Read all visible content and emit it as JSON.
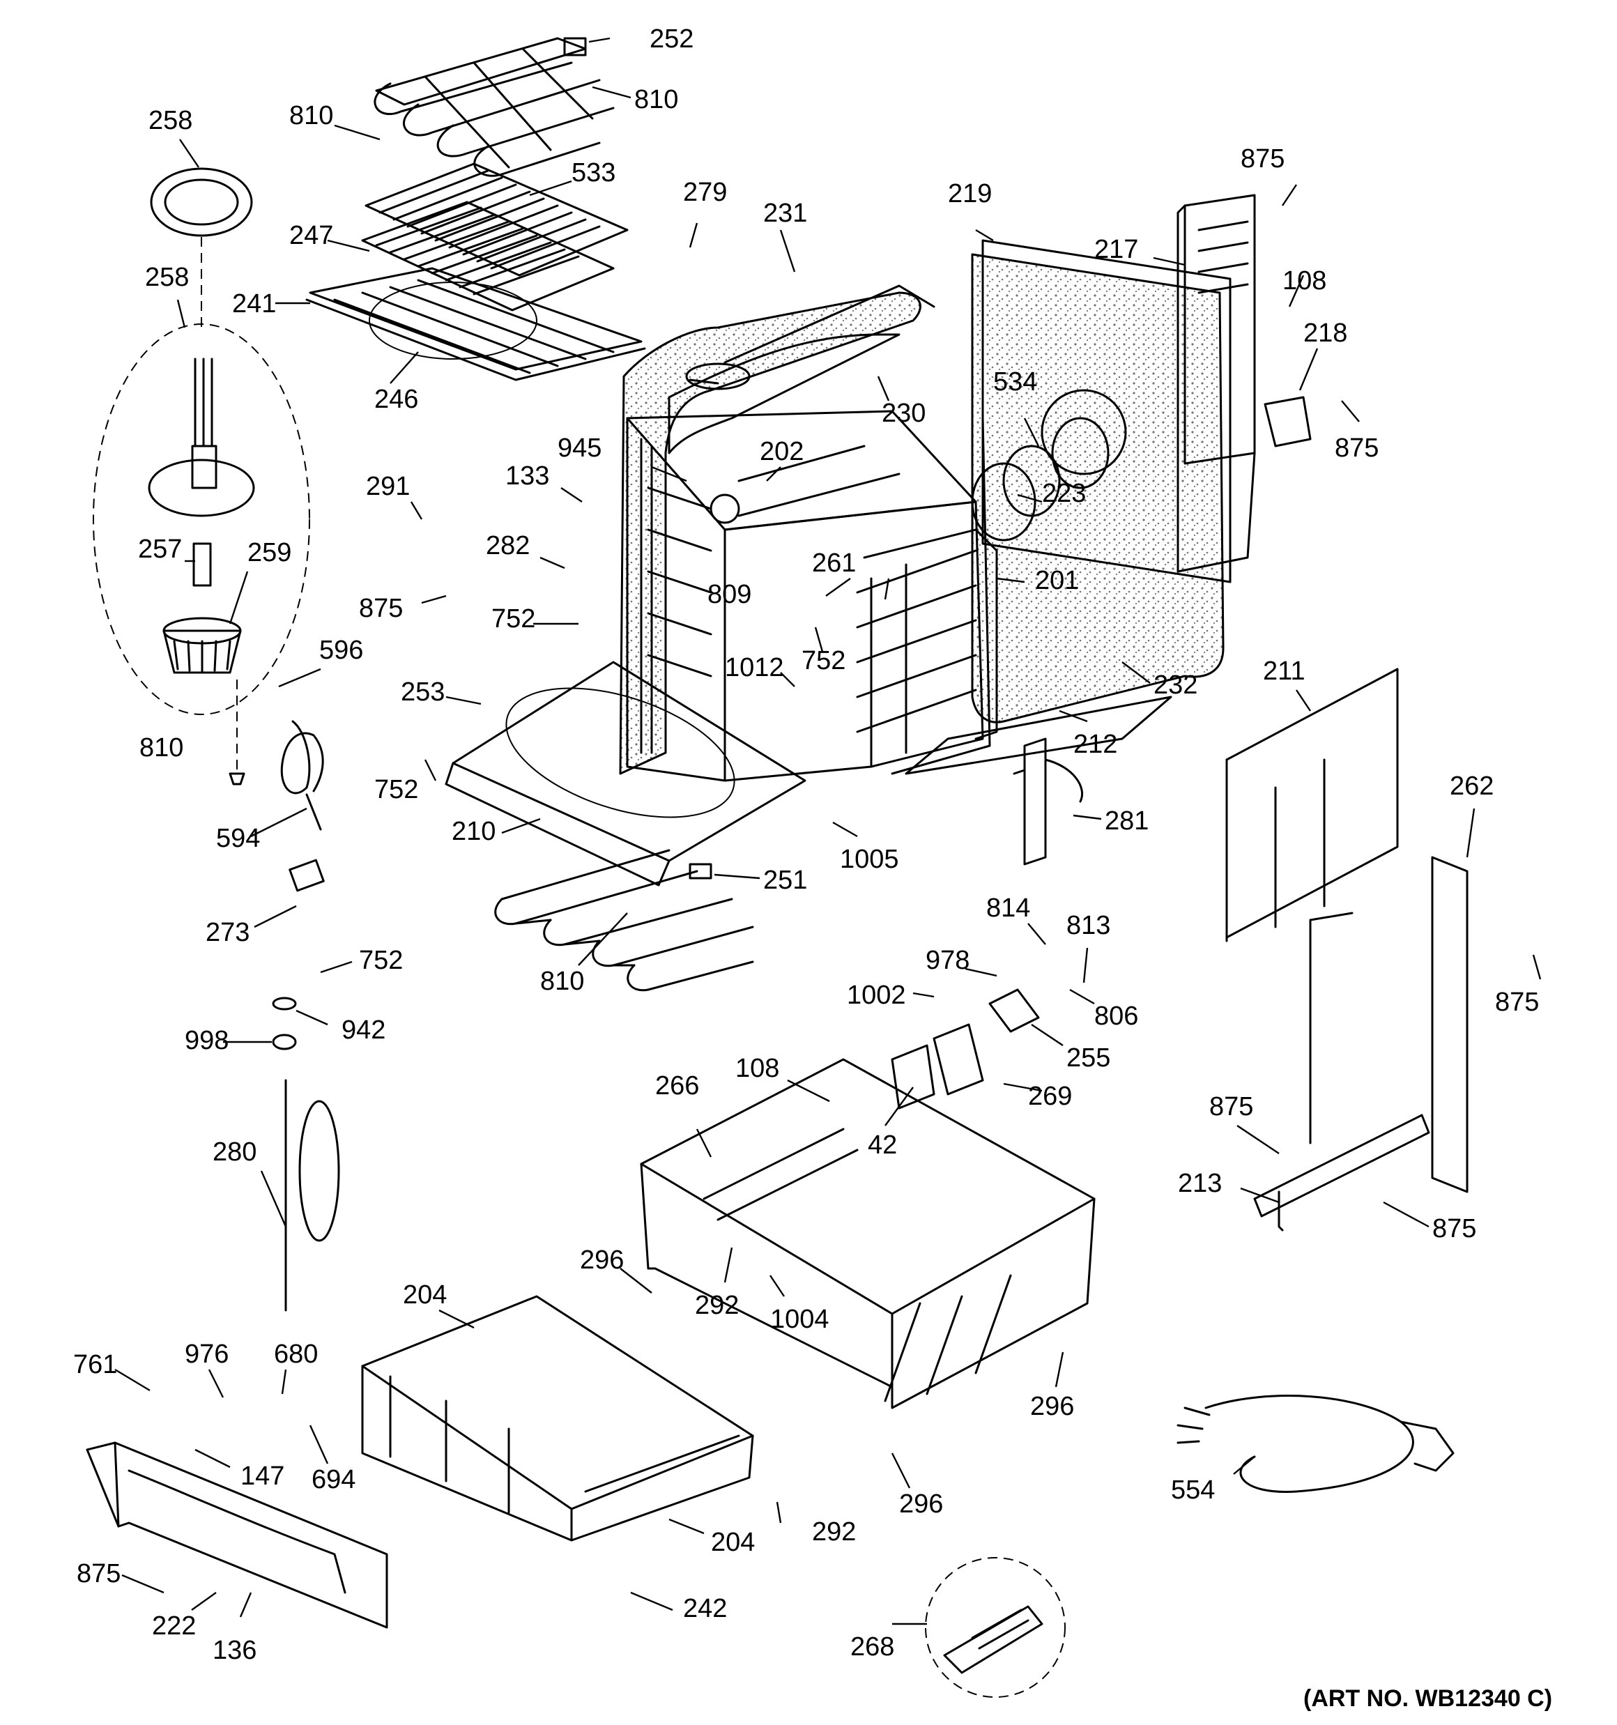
{
  "labels": [
    {
      "id": "252",
      "text": "252"
    },
    {
      "id": "810a",
      "text": "810"
    },
    {
      "id": "810b",
      "text": "810"
    },
    {
      "id": "258a",
      "text": "258"
    },
    {
      "id": "533",
      "text": "533"
    },
    {
      "id": "247",
      "text": "247"
    },
    {
      "id": "241",
      "text": "241"
    },
    {
      "id": "258b",
      "text": "258"
    },
    {
      "id": "246",
      "text": "246"
    },
    {
      "id": "279",
      "text": "279"
    },
    {
      "id": "231",
      "text": "231"
    },
    {
      "id": "219",
      "text": "219"
    },
    {
      "id": "875a",
      "text": "875"
    },
    {
      "id": "217",
      "text": "217"
    },
    {
      "id": "108a",
      "text": "108"
    },
    {
      "id": "218",
      "text": "218"
    },
    {
      "id": "875b",
      "text": "875"
    },
    {
      "id": "230",
      "text": "230"
    },
    {
      "id": "534",
      "text": "534"
    },
    {
      "id": "223",
      "text": "223"
    },
    {
      "id": "945",
      "text": "945"
    },
    {
      "id": "133",
      "text": "133"
    },
    {
      "id": "202",
      "text": "202"
    },
    {
      "id": "291",
      "text": "291"
    },
    {
      "id": "282",
      "text": "282"
    },
    {
      "id": "257",
      "text": "257"
    },
    {
      "id": "259",
      "text": "259"
    },
    {
      "id": "261",
      "text": "261"
    },
    {
      "id": "201",
      "text": "201"
    },
    {
      "id": "875c",
      "text": "875"
    },
    {
      "id": "752a",
      "text": "752"
    },
    {
      "id": "809",
      "text": "809"
    },
    {
      "id": "752b",
      "text": "752"
    },
    {
      "id": "596",
      "text": "596"
    },
    {
      "id": "1012",
      "text": "1012"
    },
    {
      "id": "232",
      "text": "232"
    },
    {
      "id": "253",
      "text": "253"
    },
    {
      "id": "211",
      "text": "211"
    },
    {
      "id": "212",
      "text": "212"
    },
    {
      "id": "810c",
      "text": "810"
    },
    {
      "id": "752c",
      "text": "752"
    },
    {
      "id": "262",
      "text": "262"
    },
    {
      "id": "281",
      "text": "281"
    },
    {
      "id": "210",
      "text": "210"
    },
    {
      "id": "594",
      "text": "594"
    },
    {
      "id": "1005",
      "text": "1005"
    },
    {
      "id": "251",
      "text": "251"
    },
    {
      "id": "273",
      "text": "273"
    },
    {
      "id": "814",
      "text": "814"
    },
    {
      "id": "813",
      "text": "813"
    },
    {
      "id": "810d",
      "text": "810"
    },
    {
      "id": "978",
      "text": "978"
    },
    {
      "id": "752d",
      "text": "752"
    },
    {
      "id": "875d",
      "text": "875"
    },
    {
      "id": "1002",
      "text": "1002"
    },
    {
      "id": "806",
      "text": "806"
    },
    {
      "id": "942",
      "text": "942"
    },
    {
      "id": "998",
      "text": "998"
    },
    {
      "id": "255",
      "text": "255"
    },
    {
      "id": "108b",
      "text": "108"
    },
    {
      "id": "269",
      "text": "269"
    },
    {
      "id": "266",
      "text": "266"
    },
    {
      "id": "875e",
      "text": "875"
    },
    {
      "id": "280",
      "text": "280"
    },
    {
      "id": "42",
      "text": "42"
    },
    {
      "id": "213",
      "text": "213"
    },
    {
      "id": "875f",
      "text": "875"
    },
    {
      "id": "296a",
      "text": "296"
    },
    {
      "id": "292a",
      "text": "292"
    },
    {
      "id": "1004",
      "text": "1004"
    },
    {
      "id": "204a",
      "text": "204"
    },
    {
      "id": "761",
      "text": "761"
    },
    {
      "id": "976",
      "text": "976"
    },
    {
      "id": "680",
      "text": "680"
    },
    {
      "id": "296b",
      "text": "296"
    },
    {
      "id": "147",
      "text": "147"
    },
    {
      "id": "694",
      "text": "694"
    },
    {
      "id": "554",
      "text": "554"
    },
    {
      "id": "296c",
      "text": "296"
    },
    {
      "id": "292b",
      "text": "292"
    },
    {
      "id": "204b",
      "text": "204"
    },
    {
      "id": "875g",
      "text": "875"
    },
    {
      "id": "242",
      "text": "242"
    },
    {
      "id": "222",
      "text": "222"
    },
    {
      "id": "136",
      "text": "136"
    },
    {
      "id": "268",
      "text": "268"
    }
  ],
  "art_number": "(ART NO. WB12340 C)"
}
